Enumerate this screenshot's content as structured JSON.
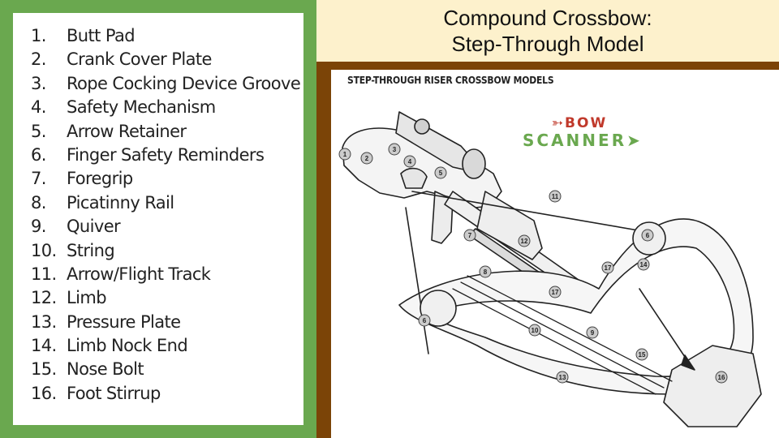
{
  "slide_title": {
    "line1": "Compound Crossbow:",
    "line2": "Step-Through Model"
  },
  "parts": [
    {
      "num": "1.",
      "label": "Butt Pad"
    },
    {
      "num": "2.",
      "label": "Crank Cover Plate"
    },
    {
      "num": "3.",
      "label": "Rope Cocking Device Groove"
    },
    {
      "num": "4.",
      "label": "Safety Mechanism"
    },
    {
      "num": "5.",
      "label": "Arrow Retainer"
    },
    {
      "num": "6.",
      "label": "Finger Safety Reminders"
    },
    {
      "num": "7.",
      "label": "Foregrip"
    },
    {
      "num": "8.",
      "label": "Picatinny Rail"
    },
    {
      "num": "9.",
      "label": "Quiver"
    },
    {
      "num": "10.",
      "label": "String"
    },
    {
      "num": "11.",
      "label": "Arrow/Flight Track"
    },
    {
      "num": "12.",
      "label": "Limb"
    },
    {
      "num": "13.",
      "label": "Pressure Plate"
    },
    {
      "num": "14.",
      "label": "Limb Nock End"
    },
    {
      "num": "15.",
      "label": "Nose Bolt"
    },
    {
      "num": "16.",
      "label": "Foot Stirrup"
    }
  ],
  "diagram": {
    "heading": "STEP-THROUGH RISER CROSSBOW MODELS",
    "logo_top": "➳BOW",
    "logo_bottom": "SCANNER➤",
    "callouts": [
      "1",
      "2",
      "3",
      "4",
      "5",
      "11",
      "6",
      "7",
      "12",
      "8",
      "17",
      "14",
      "17",
      "6",
      "10",
      "9",
      "15",
      "13",
      "16"
    ]
  },
  "colors": {
    "left_panel": "#6aa84f",
    "title_band": "#fdf1cc",
    "frame": "#7b4407",
    "logo_red": "#c0392b",
    "logo_green": "#6aa84f"
  }
}
